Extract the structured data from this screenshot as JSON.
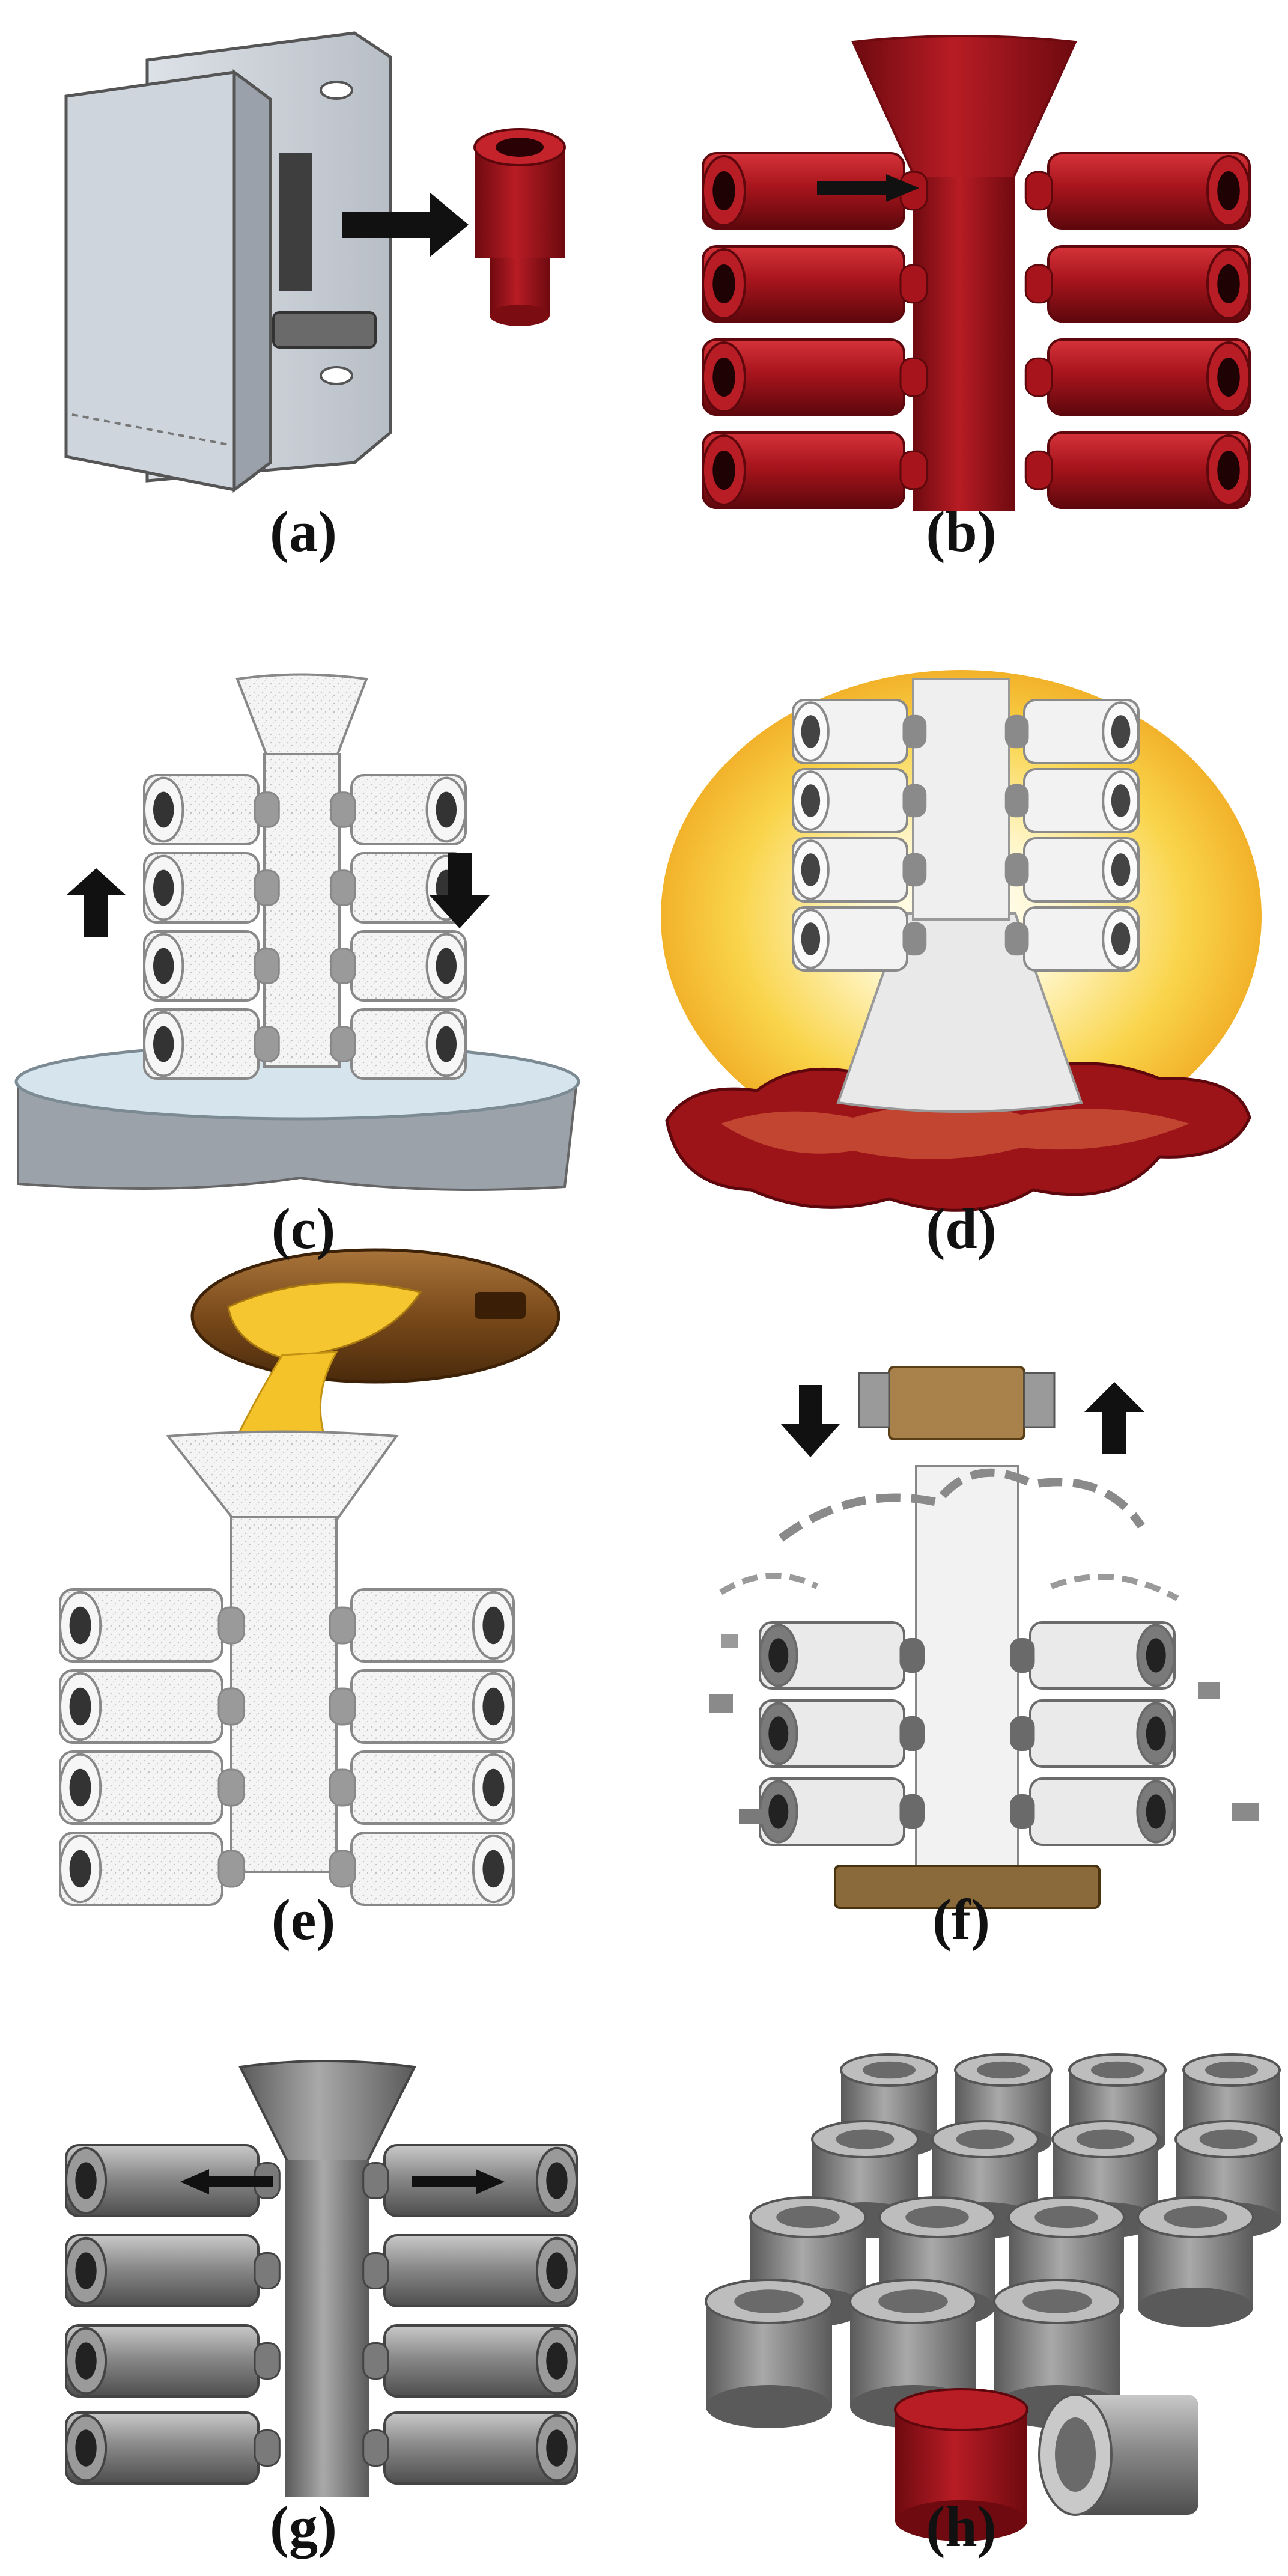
{
  "panels": [
    {
      "id": "a",
      "label": "(a)",
      "depicts": "wax-injection-die-and-wax-pattern"
    },
    {
      "id": "b",
      "label": "(b)",
      "depicts": "wax-pattern-tree-assembly"
    },
    {
      "id": "c",
      "label": "(c)",
      "depicts": "slurry-dipping-of-tree"
    },
    {
      "id": "d",
      "label": "(d)",
      "depicts": "dewaxing-of-shell"
    },
    {
      "id": "e",
      "label": "(e)",
      "depicts": "pouring-molten-metal"
    },
    {
      "id": "f",
      "label": "(f)",
      "depicts": "shell-knockout"
    },
    {
      "id": "g",
      "label": "(g)",
      "depicts": "cutting-castings-from-tree"
    },
    {
      "id": "h",
      "label": "(h)",
      "depicts": "finished-cast-parts"
    }
  ],
  "colors": {
    "wax_red": "#a8141c",
    "wax_red_dark": "#6e0a10",
    "shell_white": "#eeeeee",
    "metal_gray": "#8a8a8a",
    "metal_gray_dark": "#4a4a4a",
    "die_gray": "#c9ced4",
    "heat_yellow": "#f6c631",
    "ladle_brown": "#7a4a1a",
    "molten_gold": "#f4c32a",
    "base_brown": "#8a6a3a",
    "arrow_black": "#111111"
  }
}
